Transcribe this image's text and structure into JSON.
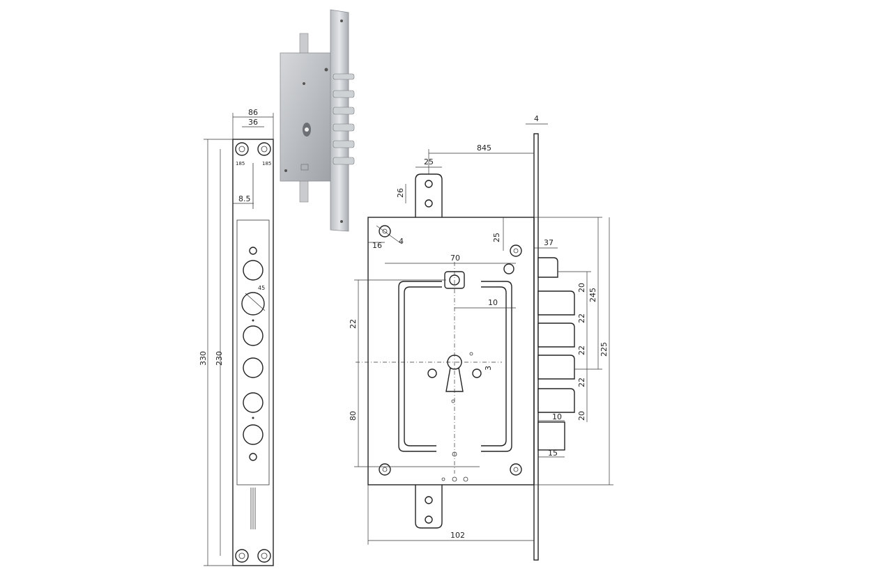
{
  "drawing": {
    "faceplate_view": {
      "dims": {
        "top_outer": "86",
        "top_inner": "36",
        "screw_left": "185",
        "screw_right": "185",
        "offset": "8.5",
        "overall_height": "330",
        "inner_height": "230",
        "angle": "45"
      }
    },
    "side_view": {
      "dims": {
        "thickness": "4",
        "backset": "845",
        "tab_width": "25",
        "tab_height": "26",
        "hole_offset_v": "25",
        "hole_offset_h": "16",
        "chamfer": "4",
        "bolt_projection": "37",
        "key_to_handle": "70",
        "handle_to_edge": "10",
        "pitch_upper": "22",
        "pitch_lower": "80",
        "bolt_spacing_1": "20",
        "bolt_spacing_2": "22",
        "bolt_spacing_3": "22",
        "bolt_spacing_4": "22",
        "bolt_spacing_5": "20",
        "bolt_span": "245",
        "total_span": "225",
        "latch_offset": "10",
        "latch_length": "15",
        "case_width": "102",
        "keyhole_offset": "3"
      }
    },
    "product_photo": {
      "icon": "mortise-lock-photo"
    }
  }
}
